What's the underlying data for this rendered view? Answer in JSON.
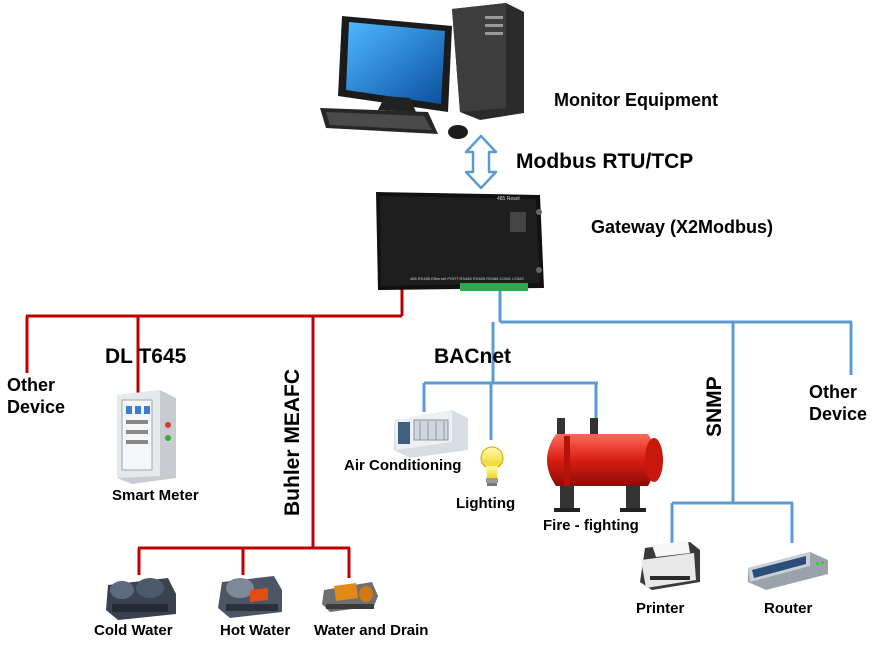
{
  "nodes": {
    "monitor": "Monitor Equipment",
    "modbus": "Modbus RTU/TCP",
    "gateway": "Gateway (X2Modbus)",
    "dlt645": "DL T645",
    "buhler": "Buhler MEAFC",
    "bacnet": "BACnet",
    "snmp": "SNMP",
    "other_left_1": "Other",
    "other_left_2": "Device",
    "other_right_1": "Other",
    "other_right_2": "Device",
    "smart_meter": "Smart Meter",
    "air_conditioning": "Air Conditioning",
    "lighting": "Lighting",
    "fire_fighting": "Fire - fighting",
    "printer": "Printer",
    "router": "Router",
    "cold_water": "Cold Water",
    "hot_water": "Hot Water",
    "water_drain": "Water and Drain"
  },
  "gateway_panel": {
    "top_labels": "485 Reset",
    "port_labels": "485 RS485 Ethernet PORT RS485 RS485 RS485 COM1 COM2"
  },
  "colors": {
    "red_bus": "#c00000",
    "blue_bus": "#5b9bd5"
  }
}
